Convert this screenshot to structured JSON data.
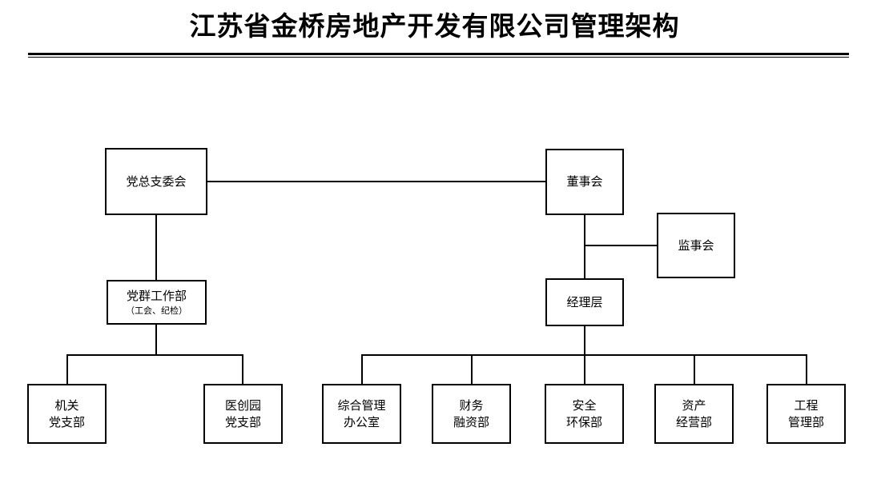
{
  "title": "江苏省金桥房地产开发有限公司管理架构",
  "nodes": {
    "party_committee": {
      "line1": "党总支委会"
    },
    "board_of_directors": {
      "line1": "董事会"
    },
    "board_of_supervisors": {
      "line1": "监事会"
    },
    "party_work_dept": {
      "line1": "党群工作部",
      "sub": "（工会、纪检）"
    },
    "management_layer": {
      "line1": "经理层"
    },
    "organ_party_branch": {
      "line1": "机关",
      "line2": "党支部"
    },
    "medical_park_party_branch": {
      "line1": "医创园",
      "line2": "党支部"
    },
    "general_management_office": {
      "line1": "综合管理",
      "line2": "办公室"
    },
    "finance_financing_dept": {
      "line1": "财务",
      "line2": "融资部"
    },
    "safety_environment_dept": {
      "line1": "安全",
      "line2": "环保部"
    },
    "asset_operation_dept": {
      "line1": "资产",
      "line2": "经营部"
    },
    "engineering_management_dept": {
      "line1": "工程",
      "line2": "管理部"
    }
  },
  "colors": {
    "line": "#000000",
    "box_fill": "#ffffff",
    "text": "#000000",
    "background": "#ffffff"
  }
}
